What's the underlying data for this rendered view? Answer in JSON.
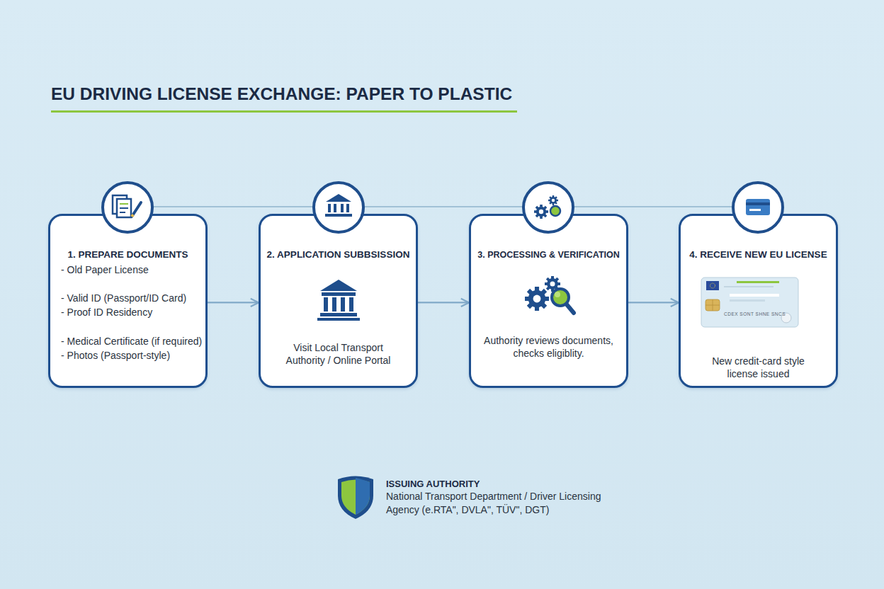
{
  "diagram": {
    "title": "EU DRIVING LICENSE EXCHANGE: PAPER TO PLASTIC",
    "nodes": [
      {
        "text": [
          "1. PREPARE DOCUMENTS",
          "- Old Paper License",
          "- Valid ID (Passport/ID Card)",
          "- Proof ID Residency",
          "- Medical Certificate (if required)",
          "- Photos (Passport-style)"
        ]
      },
      {
        "text": [
          "2. APPLICATION SUBBSISSION",
          "Visit Local Transport Authority / Online Portal"
        ]
      },
      {
        "text": [
          "3. PROCESSING & VERIFICATION",
          "Authority reviews documents, checks eligiblity."
        ]
      },
      {
        "text": [
          "4. RECEIVE NEW EU LICENSE",
          "New credit-card style license issued"
        ]
      }
    ],
    "edges": [
      {
        "from": 0,
        "to": 1,
        "arrow": "to"
      },
      {
        "from": 1,
        "to": 2,
        "arrow": "to"
      },
      {
        "from": 2,
        "to": 3,
        "arrow": "to"
      },
      {
        "from": 0,
        "to": 3,
        "arrow": "none"
      }
    ],
    "labels": [
      "ISSUING AUTHORITY",
      "National Transport Department / Driver Licensing Agency (e.RTA\", DVLA\", TÜV\", DGT)",
      "CDEX SONT SHNE SNCS"
    ]
  }
}
